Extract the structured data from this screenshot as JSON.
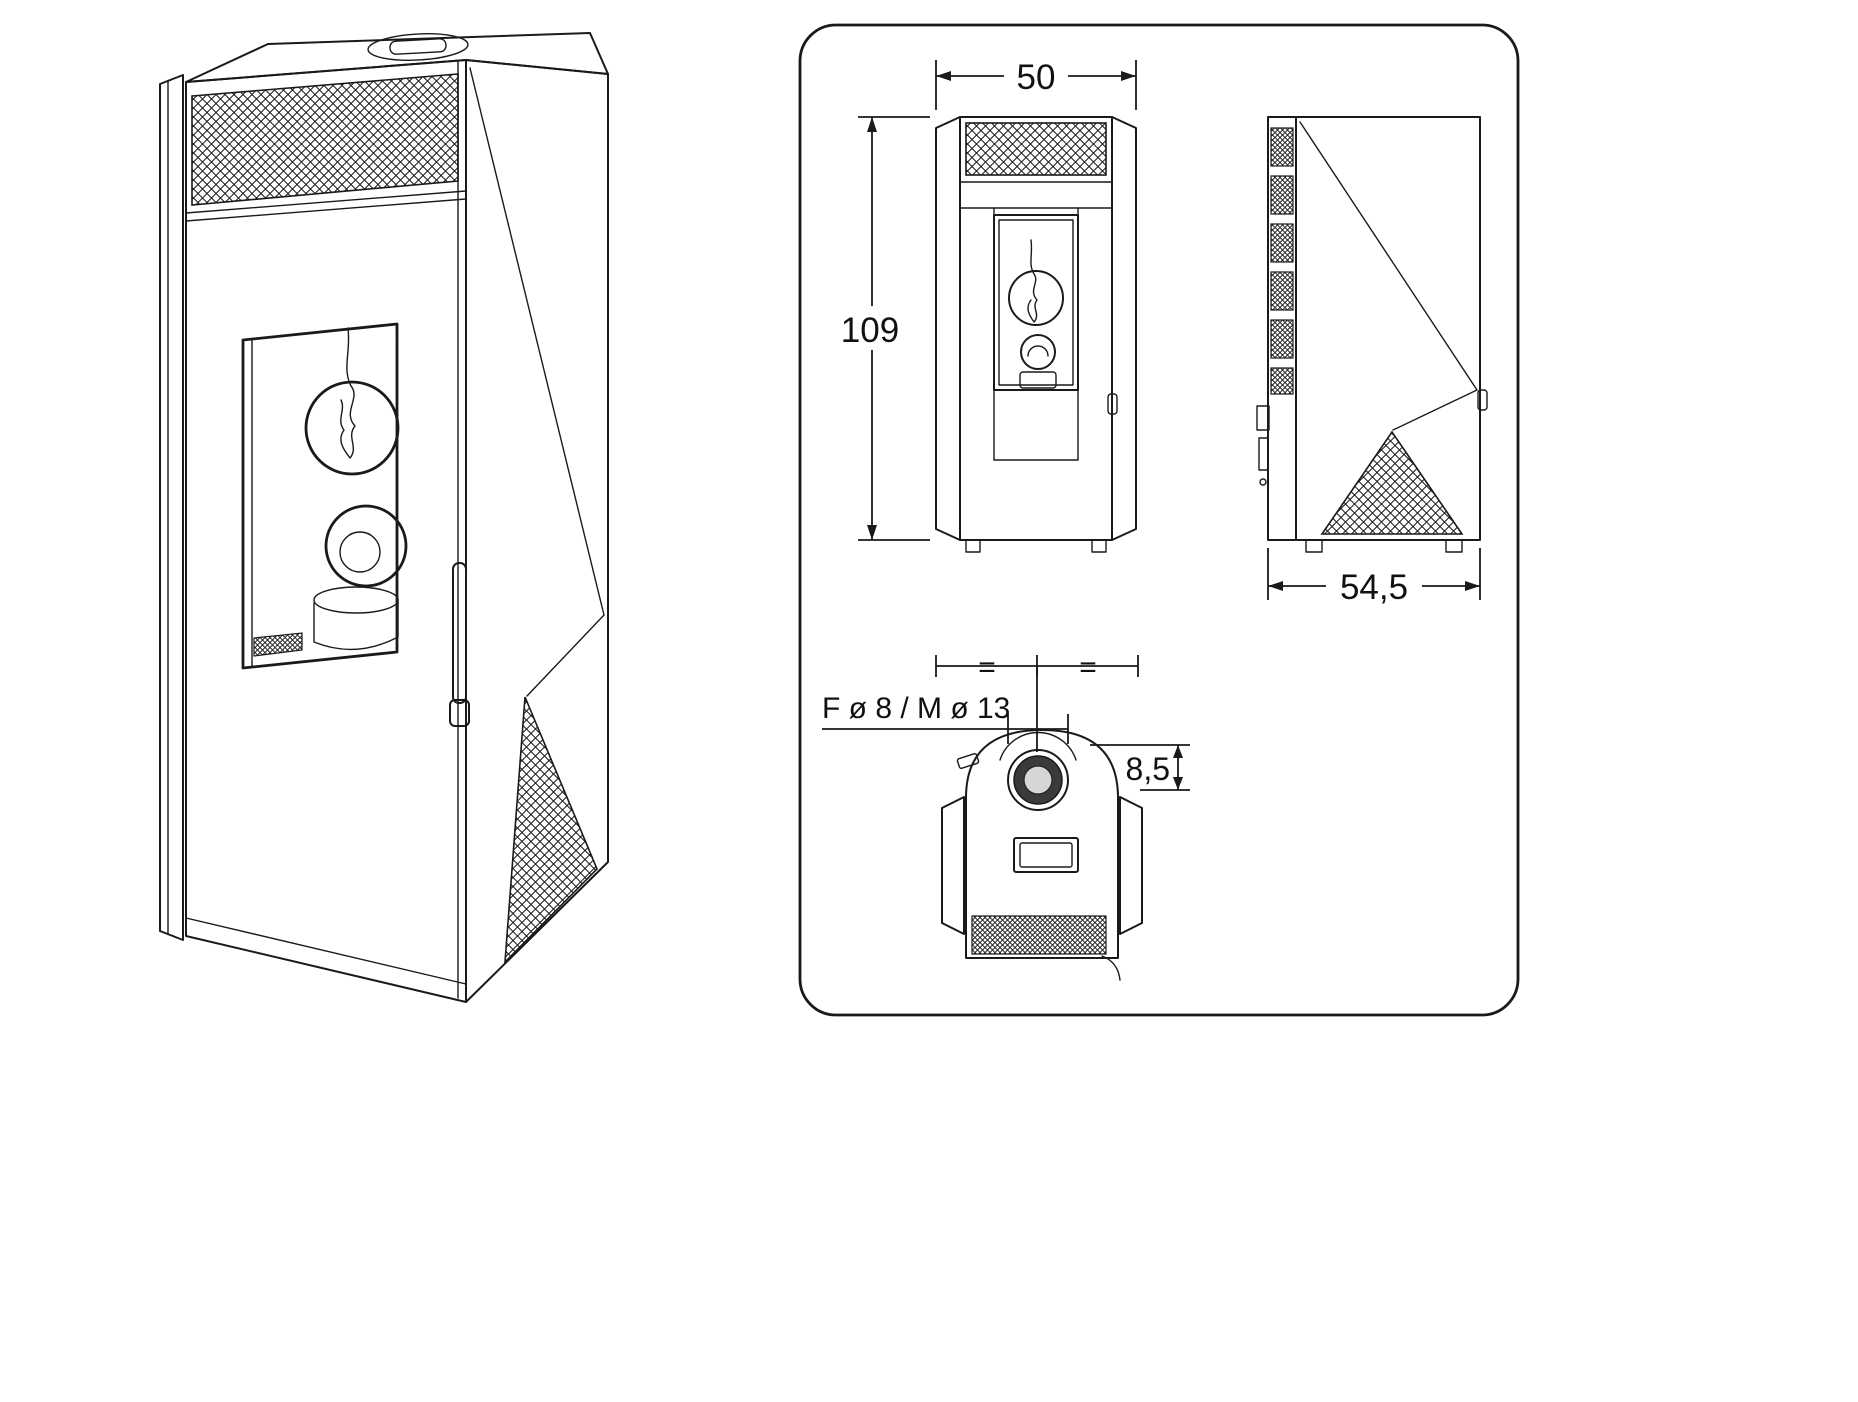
{
  "colors": {
    "line": "#1a1a1a",
    "background": "#ffffff",
    "flue_ring": "#3a3a3a"
  },
  "dims": {
    "front_width": "50",
    "front_height": "109",
    "side_depth": "54,5",
    "flue_spec": "F ø 8 / M ø 13",
    "flue_offset": "8,5",
    "eq_left": "=",
    "eq_right": "="
  }
}
